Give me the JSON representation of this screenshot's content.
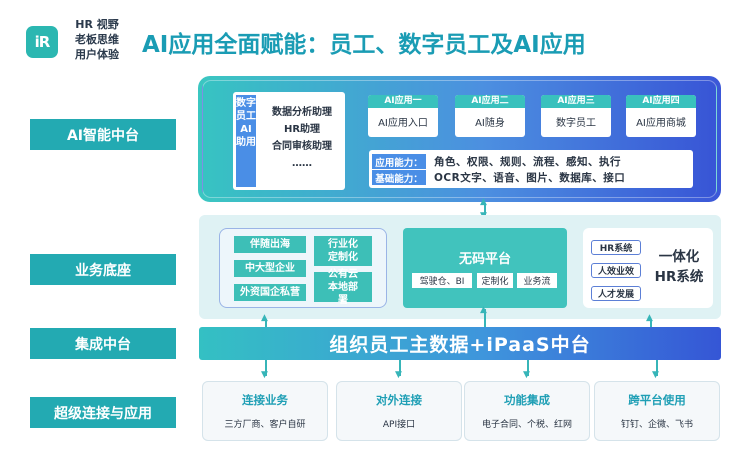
{
  "header": {
    "logo": "iR",
    "brand_lines": [
      "HR 视野",
      "老板思维",
      "用户体验"
    ],
    "title": "AI应用全面赋能：员工、数字员工及AI应用"
  },
  "layers": [
    "AI智能中台",
    "业务底座",
    "集成中台",
    "超级连接与应用"
  ],
  "ai_platform": {
    "digital_employee_tab": "数字员工AI助用",
    "assistants": [
      "数据分析助理",
      "HR助理",
      "合同审核助理",
      "……"
    ],
    "apps": [
      {
        "header": "AI应用一",
        "name": "AI应用入口"
      },
      {
        "header": "AI应用二",
        "name": "AI随身"
      },
      {
        "header": "AI应用三",
        "name": "数字员工"
      },
      {
        "header": "AI应用四",
        "name": "AI应用商城"
      }
    ],
    "capabilities": [
      {
        "key": "应用能力：",
        "value": "角色、权限、规则、流程、感知、执行"
      },
      {
        "key": "基础能力：",
        "value": "OCR文字、语音、图片、数据库、接口"
      }
    ]
  },
  "business": {
    "left_chips": [
      "伴随出海",
      "中大型企业",
      "外资国企私营",
      "行业化定制化",
      "公有云本地部署"
    ],
    "no_code_title": "无码平台",
    "no_code_chips": [
      "驾驶仓、BI",
      "定制化",
      "业务流"
    ],
    "hr_chips": [
      "HR系统",
      "人效业效",
      "人才发展"
    ],
    "hr_title": "一体化HR系统"
  },
  "integration": {
    "label": "组织员工主数据+iPaaS中台"
  },
  "connections": [
    {
      "title": "连接业务",
      "sub": "三方厂商、客户自研"
    },
    {
      "title": "对外连接",
      "sub": "API接口"
    },
    {
      "title": "功能集成",
      "sub": "电子合同、个税、红网"
    },
    {
      "title": "跨平台使用",
      "sub": "钉钉、企微、飞书"
    }
  ],
  "colors": {
    "teal": "#23aab2",
    "blue": "#3b57d8",
    "title": "#1a9cb4"
  }
}
